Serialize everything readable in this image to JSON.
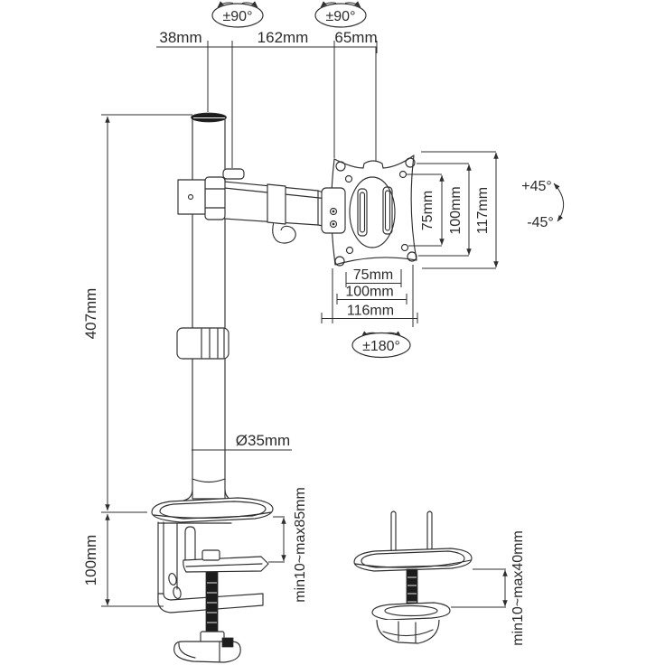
{
  "colors": {
    "background": "#ffffff",
    "line": "#2f2f2f",
    "text": "#2b2b2b",
    "dark_fill": "#1c1c1c"
  },
  "badges": {
    "pole_swivel": "±90°",
    "elbow_swivel": "±90°",
    "vesa_rotation": "±180°",
    "tilt_up": "+45°",
    "tilt_down": "-45°"
  },
  "dims": {
    "top_offset": "38mm",
    "top_arm": "162mm",
    "top_head": "65mm",
    "pole_height": "407mm",
    "pole_diameter": "Ø35mm",
    "clamp_height": "100mm",
    "clamp_range": "min10~max85mm",
    "grommet_range": "min10~max40mm",
    "vesa_vertical": [
      "75mm",
      "100mm",
      "117mm"
    ],
    "vesa_horizontal": [
      "75mm",
      "100mm",
      "116mm"
    ]
  }
}
